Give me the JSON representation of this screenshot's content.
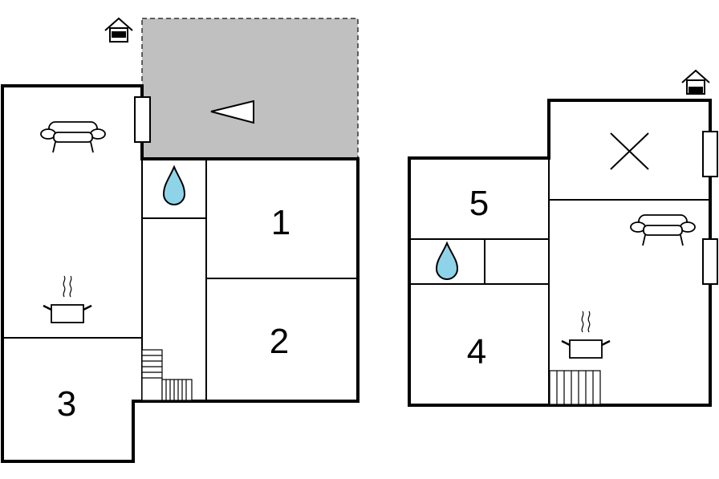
{
  "floorplan": {
    "left_unit": {
      "rooms": [
        {
          "id": "1",
          "label": "1"
        },
        {
          "id": "2",
          "label": "2"
        },
        {
          "id": "3",
          "label": "3"
        }
      ]
    },
    "right_unit": {
      "rooms": [
        {
          "id": "4",
          "label": "4"
        },
        {
          "id": "5",
          "label": "5"
        }
      ]
    }
  },
  "colors": {
    "wall": "#000000",
    "terrace": "#c0c0c0",
    "water_drop": "#8fd3e8",
    "background": "#ffffff"
  },
  "icons": [
    "house-entrance-icon",
    "sofa-icon",
    "cooking-pot-icon",
    "water-drop-icon",
    "arrow-triangle-icon",
    "staircase-icon",
    "x-mark-icon",
    "window-icon"
  ]
}
